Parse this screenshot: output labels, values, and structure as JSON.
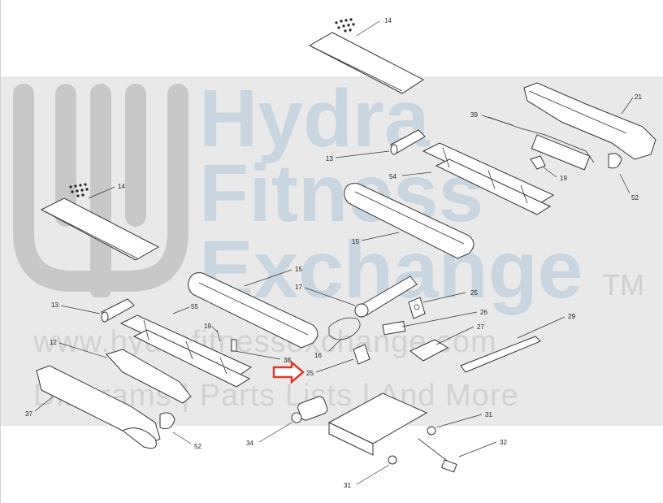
{
  "watermark": {
    "line1": "Hydra",
    "line2": "Fitness",
    "line3": "Exchange",
    "trademark": "TM",
    "url": "www.hydrafitnessexchange.com",
    "tagline": "Diagrams | Parts Lists | And More",
    "color": "#c9d6e0"
  },
  "callouts": {
    "c14_top": "14",
    "c14_left": "14",
    "c21": "21",
    "c39": "39",
    "c13_top": "13",
    "c19_right": "19",
    "c52_right": "52",
    "c54": "54",
    "c15_right": "15",
    "c15_left": "15",
    "c13_left": "13",
    "c55": "55",
    "c17": "17",
    "c25_top": "25",
    "c26": "26",
    "c29": "29",
    "c19_left": "19",
    "c27": "27",
    "c12": "12",
    "c38": "38",
    "c16": "16",
    "c25_bottom": "25",
    "c37": "37",
    "c31_right": "31",
    "c34": "34",
    "c32": "32",
    "c52_left": "52",
    "c31_bottom": "31"
  },
  "highlight": {
    "arrow_color": "#d93b2b",
    "points_to": "25"
  }
}
